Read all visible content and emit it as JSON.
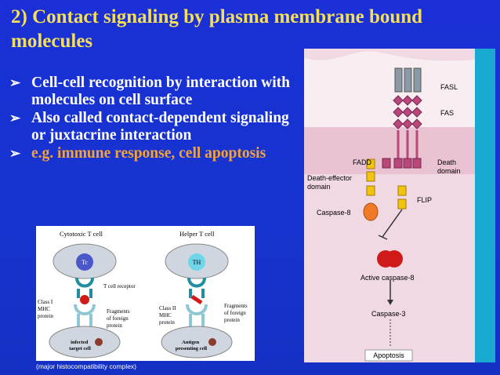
{
  "slide": {
    "title": "2) Contact signaling by plasma membrane bound molecules",
    "bullets": [
      {
        "text": "Cell-cell recognition by interaction with molecules on cell surface",
        "highlight": false
      },
      {
        "text": "Also called contact-dependent signaling or juxtacrine interaction",
        "highlight": false
      },
      {
        "text": "e.g. immune response, cell apoptosis",
        "highlight": true
      }
    ],
    "caption": "(major histocompatibility complex)",
    "bullet_icon": "arrow-bullet-icon"
  },
  "tcell_figure": {
    "cytotoxic_label": "Cytotoxic T cell",
    "helper_label": "Helper T cell",
    "tc_label": "Tc",
    "th_label": "TH",
    "receptor_label": "T cell receptor",
    "class1_label": [
      "Class I",
      "MHC",
      "protein"
    ],
    "class2_label": [
      "Class II",
      "MHC",
      "protein"
    ],
    "fragments_left": [
      "Fragments",
      "of foreign",
      "protein"
    ],
    "fragments_right": [
      "Fragments",
      "of foreign",
      "protein"
    ],
    "infected_label": [
      "infected",
      "target cell"
    ],
    "antigen_label": [
      "Antigen",
      "presenting cell"
    ]
  },
  "apoptosis_figure": {
    "fasl": "FASL",
    "fas": "FAS",
    "fadd": "FADD",
    "death_domain": [
      "Death",
      "domain"
    ],
    "death_effector": [
      "Death-effector",
      "domain"
    ],
    "flip": "FLIP",
    "caspase8": "Caspase-8",
    "active_caspase8": "Active caspase-8",
    "caspase3": "Caspase-3",
    "apoptosis": "Apoptosis"
  },
  "colors": {
    "background": "#1a2fd6",
    "title": "#f3df5a",
    "highlight": "#f3a33a",
    "accent_bar": "#18a8d0"
  }
}
